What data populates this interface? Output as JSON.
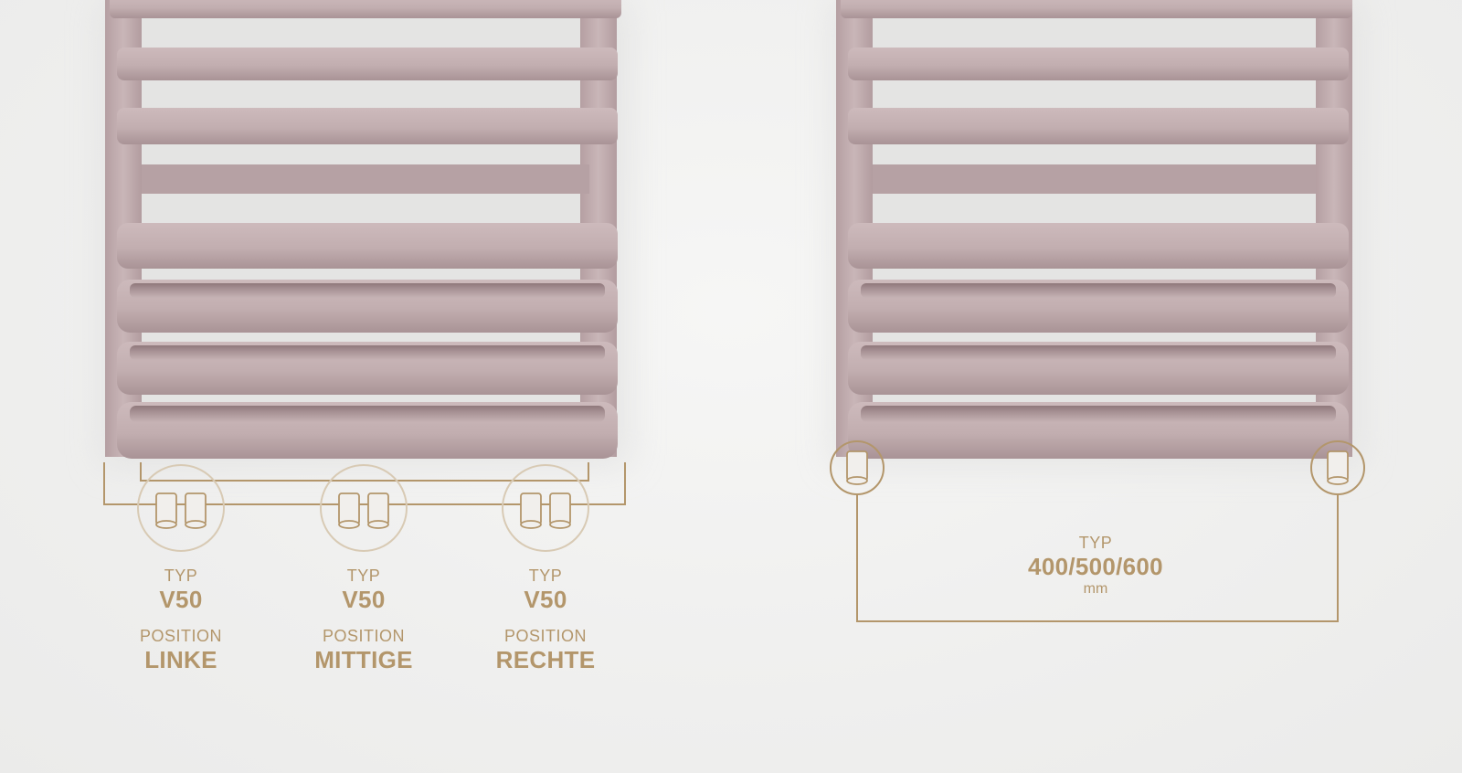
{
  "colors": {
    "radiator": "#c2aeb0",
    "radiator_dark": "#a58f92",
    "radiator_shadow": "#967e82",
    "gold": "#b3966b",
    "background": "#f0f0ef"
  },
  "left_configs": [
    {
      "typ_label": "TYP",
      "typ_value": "V50",
      "position_label": "POSITION",
      "position_value": "LINKE"
    },
    {
      "typ_label": "TYP",
      "typ_value": "V50",
      "position_label": "POSITION",
      "position_value": "MITTIGE"
    },
    {
      "typ_label": "TYP",
      "typ_value": "V50",
      "position_label": "POSITION",
      "position_value": "RECHTE"
    }
  ],
  "right_config": {
    "typ_label": "TYP",
    "typ_value": "400/500/600",
    "unit": "mm"
  },
  "icons": {
    "double_valve": "double-valve-icon",
    "single_valve": "single-valve-icon"
  }
}
